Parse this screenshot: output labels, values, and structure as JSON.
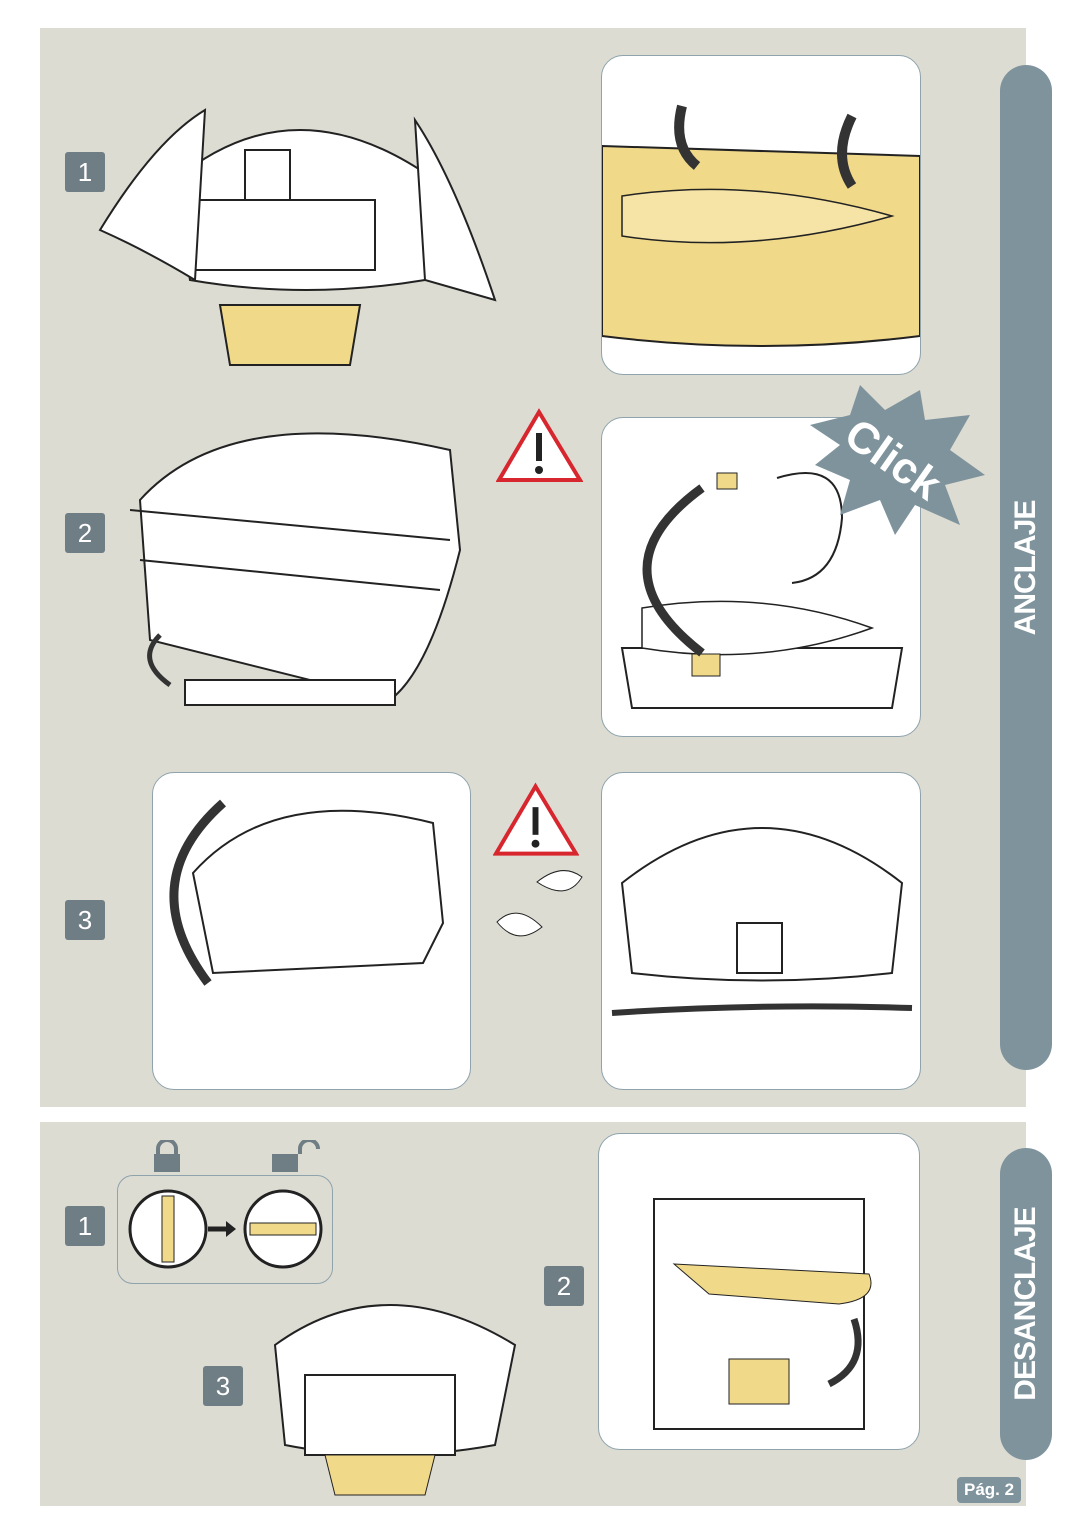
{
  "sections": {
    "anclaje": {
      "label": "ANCLAJE",
      "steps": [
        "1",
        "2",
        "3"
      ]
    },
    "desanclaje": {
      "label": "DESANCLAJE",
      "steps": [
        "1",
        "2",
        "3"
      ]
    }
  },
  "click_label": "Click",
  "page_label": "Pág. 2",
  "icons": [
    "warning-triangle-icon",
    "lock-closed-icon",
    "lock-open-icon",
    "arrow-right-icon",
    "eye-icon",
    "ear-icon"
  ],
  "colors": {
    "background": "#dddcd3",
    "accent": "#7f939c",
    "highlight": "#f1d98a",
    "warning": "#d8262e"
  }
}
